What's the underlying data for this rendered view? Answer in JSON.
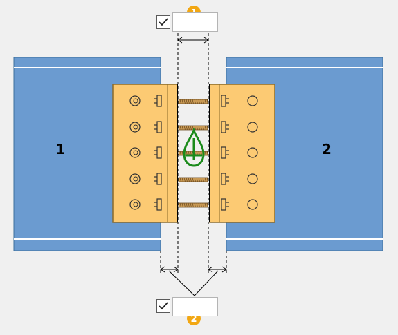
{
  "members": [
    {
      "label": "1"
    },
    {
      "label": "2"
    }
  ],
  "dimensions": [
    {
      "badge": "1",
      "checked": true,
      "value": ""
    },
    {
      "badge": "2",
      "checked": true,
      "value": ""
    }
  ],
  "colors": {
    "background": "#f0f0f0",
    "member_fill": "#6b9bd0",
    "plate_fill": "#fcca73",
    "badge_fill": "#f2a713",
    "anchor_symbol": "#1a8a1a",
    "weld": "#c99a55"
  },
  "icons": {
    "check": "check-icon",
    "anchor": "anchor-point-icon"
  }
}
